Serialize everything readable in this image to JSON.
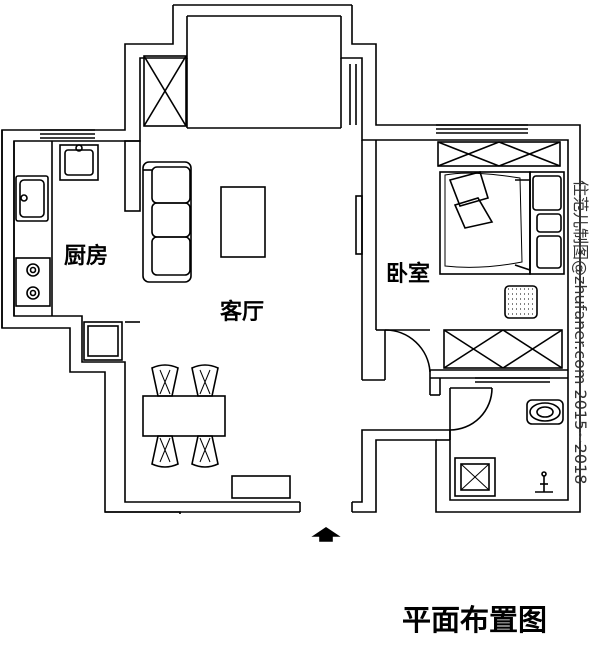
{
  "rooms": {
    "kitchen": "厨房",
    "living_room": "客厅",
    "bedroom": "卧室"
  },
  "title": "平面布置图",
  "watermark": "住范儿制图@zhufaner.com 2015~2018",
  "entrance_marker": "entrance-arrow-icon",
  "colors": {
    "line": "#000000",
    "background": "#ffffff"
  }
}
